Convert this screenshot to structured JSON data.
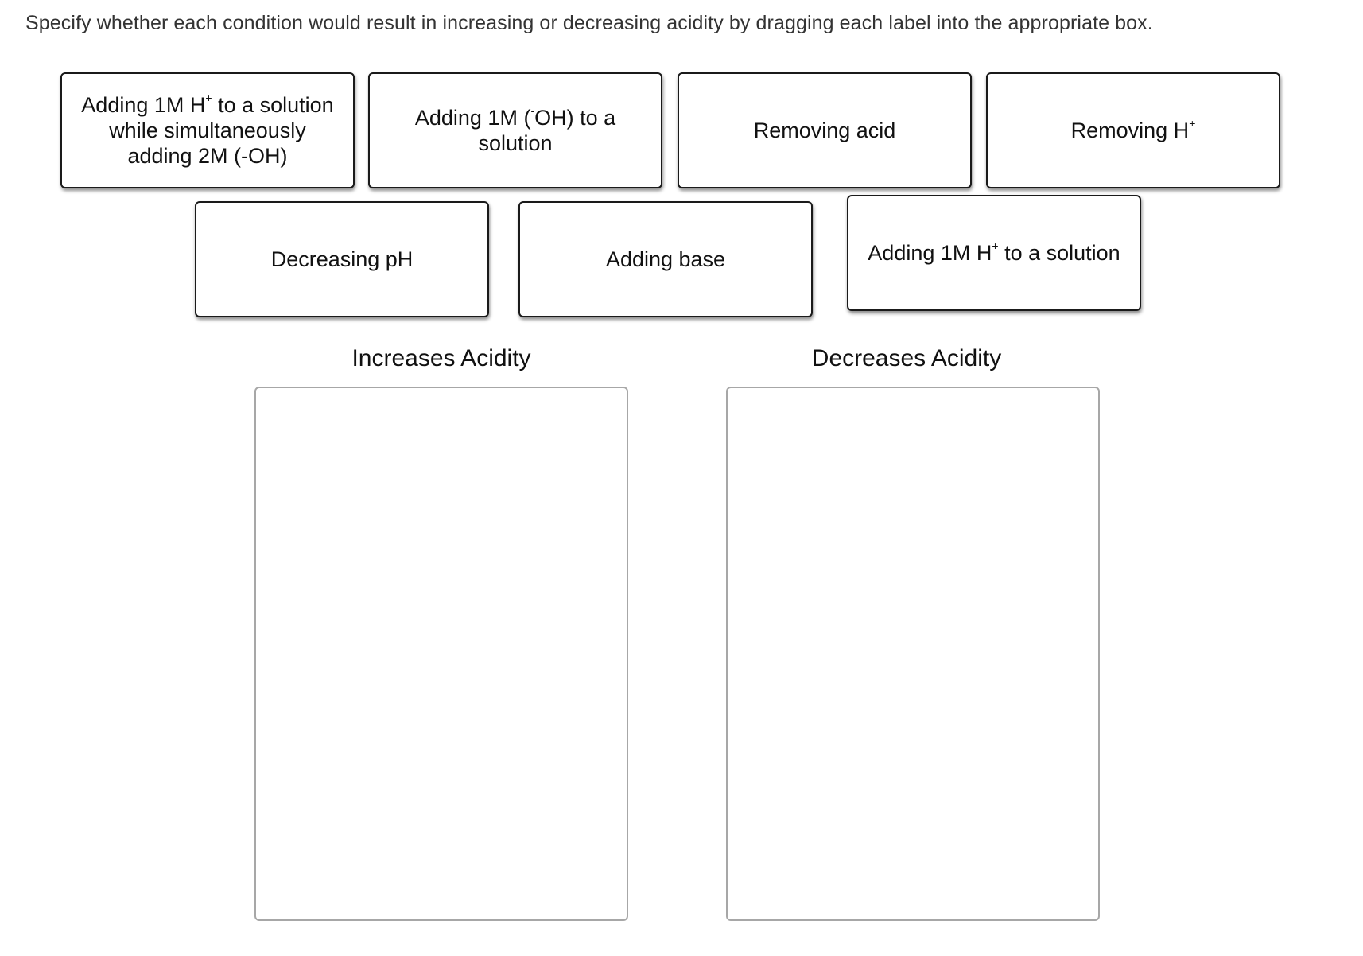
{
  "instruction": "Specify whether each condition would result in increasing or decreasing acidity by dragging each label into the appropriate box.",
  "labels": [
    {
      "before": "Adding 1M H",
      "sup": "+",
      "after": " to a solution while simultaneously adding 2M (-OH)"
    },
    {
      "before": "Adding 1M (",
      "sup": "-",
      "after": "OH) to a solution"
    },
    {
      "before": "Removing acid",
      "sup": "",
      "after": ""
    },
    {
      "before": "Removing H",
      "sup": "+",
      "after": ""
    },
    {
      "before": "Decreasing pH",
      "sup": "",
      "after": ""
    },
    {
      "before": "Adding base",
      "sup": "",
      "after": ""
    },
    {
      "before": "Adding 1M H",
      "sup": "+",
      "after": " to a solution"
    }
  ],
  "bins": {
    "increases": {
      "title": "Increases Acidity"
    },
    "decreases": {
      "title": "Decreases Acidity"
    }
  }
}
